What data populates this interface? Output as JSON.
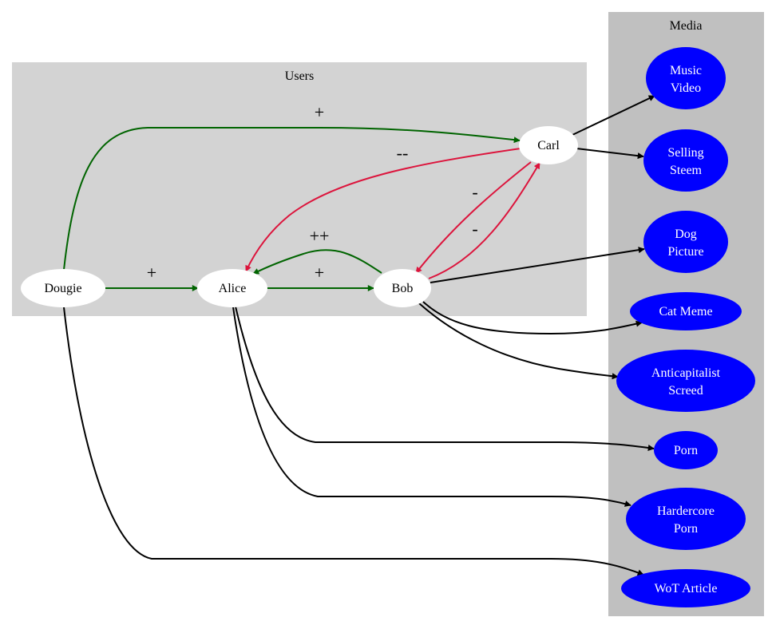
{
  "clusters": {
    "users": {
      "label": "Users"
    },
    "media": {
      "label": "Media"
    }
  },
  "users": {
    "dougie": "Dougie",
    "alice": "Alice",
    "bob": "Bob",
    "carl": "Carl"
  },
  "media": {
    "music_video": [
      "Music",
      "Video"
    ],
    "selling_steem": [
      "Selling",
      "Steem"
    ],
    "dog_picture": [
      "Dog",
      "Picture"
    ],
    "cat_meme": [
      "Cat Meme"
    ],
    "anticapitalist_screed": [
      "Anticapitalist",
      "Screed"
    ],
    "porn": [
      "Porn"
    ],
    "hardercore_porn": [
      "Hardercore",
      "Porn"
    ],
    "wot_article": [
      "WoT Article"
    ]
  },
  "edge_labels": {
    "dougie_carl": "+",
    "dougie_alice": "+",
    "alice_bob": "+",
    "bob_alice": "++",
    "carl_alice": "--",
    "carl_bob": "-",
    "bob_carl": "-"
  },
  "colors": {
    "cluster_users": "#d3d3d3",
    "cluster_media": "#c0c0c0",
    "user_node": "#ffffff",
    "media_node": "#0000ff",
    "media_text": "#ffffff",
    "positive_edge": "#006400",
    "negative_edge": "#dc143c",
    "media_edge": "#000000"
  }
}
